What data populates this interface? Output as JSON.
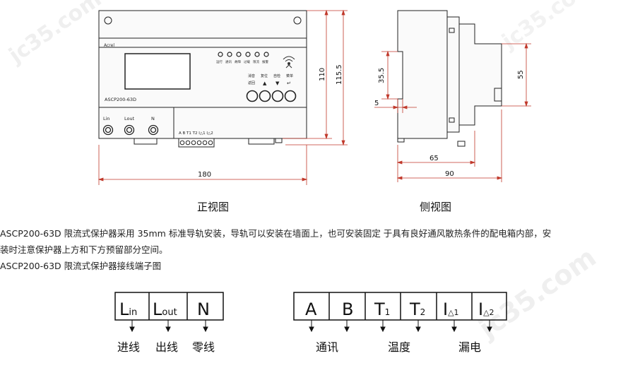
{
  "front_view": {
    "model_label": "ASCP200-63D",
    "brand": "Acrel",
    "led_labels": [
      "运行",
      "通讯",
      "故障",
      "过载",
      "限流",
      "报警"
    ],
    "button_labels": [
      "消音",
      "复位",
      "自检",
      "菜单"
    ],
    "button_sublabels": [
      "返回",
      "▲",
      "▼",
      "↵"
    ],
    "terminal_labels": [
      "Lin",
      "Lout",
      "N"
    ],
    "comm_terminal_text": "A  B  T1 T2 I△1 I△2",
    "dim_width": "180",
    "dim_height_inner": "110",
    "dim_height_outer": "115.5",
    "caption": "正视图"
  },
  "side_view": {
    "dim_35_5": "35.5",
    "dim_5": "5",
    "dim_55": "55",
    "dim_65": "65",
    "dim_90": "90",
    "caption": "侧视图"
  },
  "description": {
    "line1": "ASCP200-63D 限流式保护器采用 35mm 标准导轨安装，导轨可以安装在墙面上，也可安装固定 于具有良好通风散热条件的配电箱内部，安",
    "line2": "装时注意保护器上方和下方预留部分空间。",
    "line3": "ASCP200-63D 限流式保护器接线端子图"
  },
  "wiring": {
    "power_terminals": [
      {
        "main": "L",
        "sub": "in"
      },
      {
        "main": "L",
        "sub": "out"
      },
      {
        "main": "N",
        "sub": ""
      }
    ],
    "power_labels": [
      "进线",
      "出线",
      "零线"
    ],
    "signal_terminals": [
      {
        "main": "A",
        "sub": ""
      },
      {
        "main": "B",
        "sub": ""
      },
      {
        "main": "T",
        "sub": "1"
      },
      {
        "main": "T",
        "sub": "2"
      },
      {
        "main": "I",
        "sub": "△1"
      },
      {
        "main": "I",
        "sub": "△2"
      }
    ],
    "signal_labels": [
      "通讯",
      "温度",
      "漏电"
    ]
  },
  "watermark": "jc35.com"
}
